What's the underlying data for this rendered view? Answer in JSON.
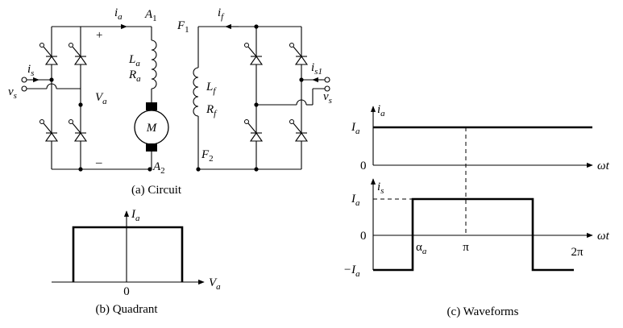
{
  "circuit": {
    "caption": "(a) Circuit",
    "ia": "i",
    "ia_sub": "a",
    "A1": "A",
    "A1_sub": "1",
    "A2": "A",
    "A2_sub": "2",
    "plus": "+",
    "minus": "–",
    "is": "i",
    "is_sub": "s",
    "vs": "v",
    "vs_sub": "s",
    "Va": "V",
    "Va_sub": "a",
    "La": "L",
    "La_sub": "a",
    "Ra": "R",
    "Ra_sub": "a",
    "motor": "M",
    "F1": "F",
    "F1_sub": "1",
    "F2": "F",
    "F2_sub": "2",
    "if": "i",
    "if_sub": "f",
    "Lf": "L",
    "Lf_sub": "f",
    "Rf": "R",
    "Rf_sub": "f",
    "is1": "i",
    "is1_sub": "s1",
    "vs2": "v",
    "vs2_sub": "s"
  },
  "quadrant": {
    "caption": "(b) Quadrant",
    "ylabel": "I",
    "ylabel_sub": "a",
    "xlabel": "V",
    "xlabel_sub": "a",
    "origin": "0"
  },
  "waveforms": {
    "caption": "(c) Waveforms",
    "top": {
      "ylabel": "i",
      "ylabel_sub": "a",
      "level": "I",
      "level_sub": "a",
      "zero": "0",
      "xlabel": "ωt"
    },
    "bottom": {
      "ylabel": "i",
      "ylabel_sub": "s",
      "pos_level": "I",
      "pos_level_sub": "a",
      "neg_level": "−I",
      "neg_level_sub": "a",
      "zero": "0",
      "alpha": "α",
      "alpha_sub": "a",
      "pi": "π",
      "twopi": "2π",
      "xlabel": "ωt"
    }
  }
}
